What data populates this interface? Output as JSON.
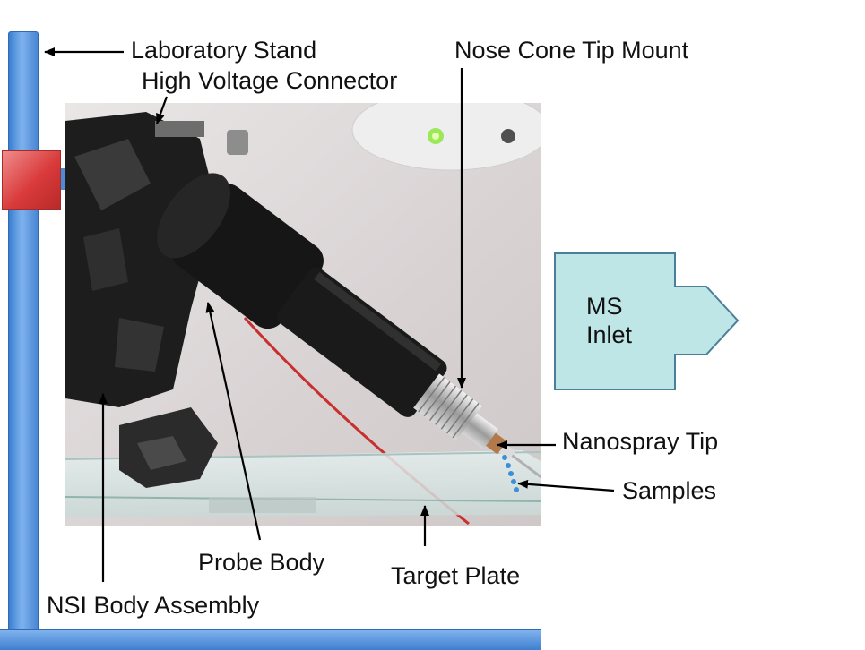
{
  "labels": {
    "laboratory_stand": "Laboratory Stand",
    "high_voltage_connector": "High Voltage Connector",
    "nose_cone_tip_mount": "Nose Cone Tip Mount",
    "ms_inlet_line1": "MS",
    "ms_inlet_line2": "Inlet",
    "nanospray_tip": "Nanospray Tip",
    "samples": "Samples",
    "probe_body": "Probe Body",
    "target_plate": "Target Plate",
    "nsi_body_assembly": "NSI Body Assembly"
  },
  "colors": {
    "stand": "#5b95e0",
    "clamp": "#d94545",
    "ms_inlet_fill": "#bfe6e6",
    "ms_inlet_border": "#4a7f9a",
    "sample_dots": "#3a8fd8",
    "arrow": "#000000"
  }
}
